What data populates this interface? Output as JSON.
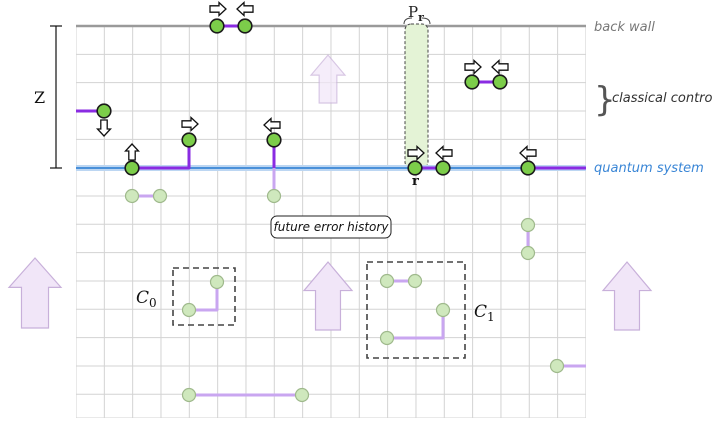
{
  "labels": {
    "back_wall": "back wall",
    "classical_control": "classical control",
    "quantum_system": "quantum system",
    "future_error_history": "future error history",
    "z_axis": "Z",
    "projector_base": "P",
    "projector_sub": "r",
    "site": "r",
    "cluster_0_base": "C",
    "cluster_0_sub": "0",
    "cluster_1_base": "C",
    "cluster_1_sub": "1"
  },
  "colors": {
    "grid": "#cfcfcf",
    "back_wall": "#9a9a9a",
    "quantum_line": "#4a90d9",
    "quantum_glow": "#bcd6f2",
    "purple_strong": "#8a2be2",
    "purple_faint": "#c9a6f0",
    "node_active": "#7ccd4a",
    "node_faint": "#cfe8bd",
    "projector_fill": "#e4f3d6",
    "big_arrow_fill": "#f1e6f8",
    "big_arrow_stroke": "#c8b0da",
    "quantum_text": "#3a86d6",
    "label_gray": "#777777"
  },
  "icons": [
    "arrow-right-icon",
    "arrow-left-icon",
    "arrow-up-icon",
    "arrow-down-icon",
    "brace-icon",
    "upward-time-arrow-icon"
  ]
}
